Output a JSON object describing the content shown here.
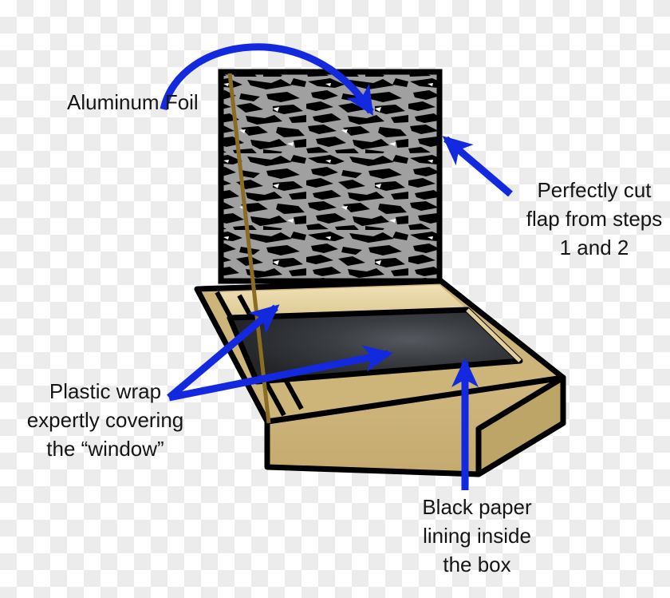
{
  "figure": {
    "title": "Solar oven assembly diagram",
    "background": "#ffffff"
  },
  "colors": {
    "arrow_blue": "#1229e0",
    "foil_gray": "#a0a0a0",
    "foil_crinkle_black": "#000000",
    "cardboard_top": "#cdb479",
    "cardboard_rim_back": "#e2cf9c",
    "cardboard_front": "#c9b077",
    "cardboard_side": "#c2a86d",
    "black_paper": "#2b2d31",
    "stick_brown": "#8a6d22",
    "outline_black": "#000000"
  },
  "labels": {
    "aluminum_foil": "Aluminum Foil",
    "perfect_flap": "Perfectly cut\nflap from steps\n1 and 2",
    "plastic_wrap": "Plastic wrap\nexpertly covering\nthe “window”",
    "black_paper": "Black paper\nlining inside\nthe box"
  },
  "parts": {
    "foil_flap": "Aluminum foil covered reflector flap",
    "box": "Cardboard box",
    "window": "Plastic wrap window opening",
    "lining": "Black paper lining inside the box",
    "stick": "Support stick propping the flap"
  },
  "arrows": [
    {
      "name": "arrow-aluminum-foil",
      "kind": "curved",
      "from_label": "aluminum_foil",
      "points_to": "foil_flap"
    },
    {
      "name": "arrow-perfect-flap",
      "kind": "straight",
      "from_label": "perfect_flap",
      "points_to": "foil_flap"
    },
    {
      "name": "arrow-plastic-wrap-upper",
      "kind": "straight",
      "from_label": "plastic_wrap",
      "points_to": "window"
    },
    {
      "name": "arrow-plastic-wrap-lower",
      "kind": "straight",
      "from_label": "plastic_wrap",
      "points_to": "window"
    },
    {
      "name": "arrow-black-paper",
      "kind": "straight",
      "from_label": "black_paper",
      "points_to": "lining"
    }
  ]
}
